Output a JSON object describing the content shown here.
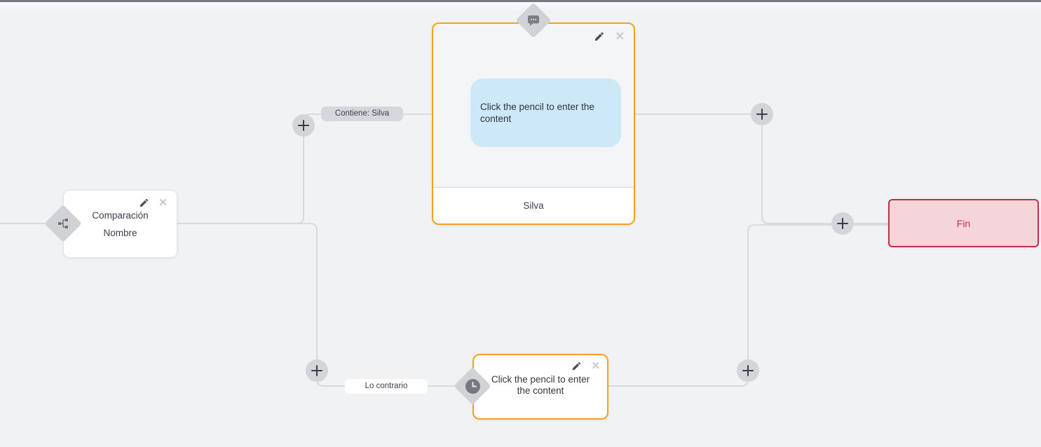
{
  "colors": {
    "canvas_bg": "#F1F2F4",
    "edge_gray": "#D9DADD",
    "accent_orange": "#F7A01E",
    "end_border_red": "#C13049",
    "end_bg_pink": "#F6D5DA",
    "bubble_blue": "#CDE8F6",
    "badge_gray": "#D0D2D6",
    "text_dark": "#3B3F4A"
  },
  "icons": {
    "close_glyph": "✕",
    "edit": "pencil-icon",
    "delete": "close-icon",
    "add": "plus-icon",
    "condition_badge": "branch-icon",
    "message_badge": "chat-bubble-icon",
    "wait_badge": "clock-icon"
  },
  "nodes": {
    "condition": {
      "line1": "Comparación",
      "line2": "Nombre"
    },
    "message": {
      "bubble": "Click the pencil to enter the content",
      "footer": "Silva"
    },
    "action": {
      "text": "Click the pencil to enter the content"
    },
    "end": {
      "label": "Fin"
    }
  },
  "edge_labels": {
    "match": "Contiene: Silva",
    "else": "Lo contrario"
  }
}
